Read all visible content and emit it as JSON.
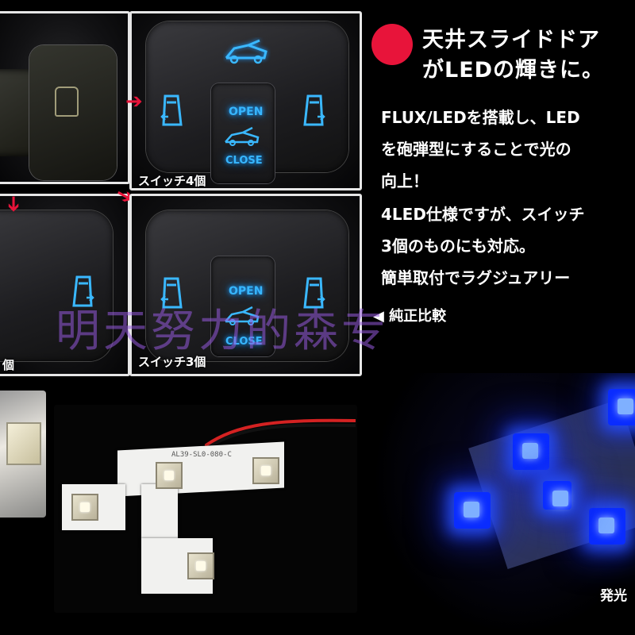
{
  "header": {
    "title_line1": "天井スライドドア",
    "title_line2": "がLEDの輝きに。",
    "accent_color": "#e8143a"
  },
  "body": {
    "line1": "FLUX/LEDを搭載し、LED",
    "line2": "を砲弾型にすることで光の",
    "line3": "向上！",
    "line4": "4LED仕様ですが、スイッチ",
    "line5": "3個のものにも対応。",
    "line6": "簡単取付でラグジュアリー",
    "compare_label": "◀ 純正比較"
  },
  "switch_panels": {
    "top_caption": "スイッチ4個",
    "bottom_caption": "スイッチ3個",
    "bottom_left_caption_fragment": "個",
    "open_label": "OPEN",
    "close_label": "CLOSE"
  },
  "lit_photo": {
    "caption_fragment": "発光"
  },
  "pcb": {
    "part_number_text": "AL39-SL0-080-C"
  },
  "watermark": {
    "text": "明天努力的森专"
  },
  "icons": [
    "red-dot-icon",
    "arrow-right-icon",
    "arrow-down-icon",
    "sliding-door-icon",
    "tailgate-icon"
  ]
}
